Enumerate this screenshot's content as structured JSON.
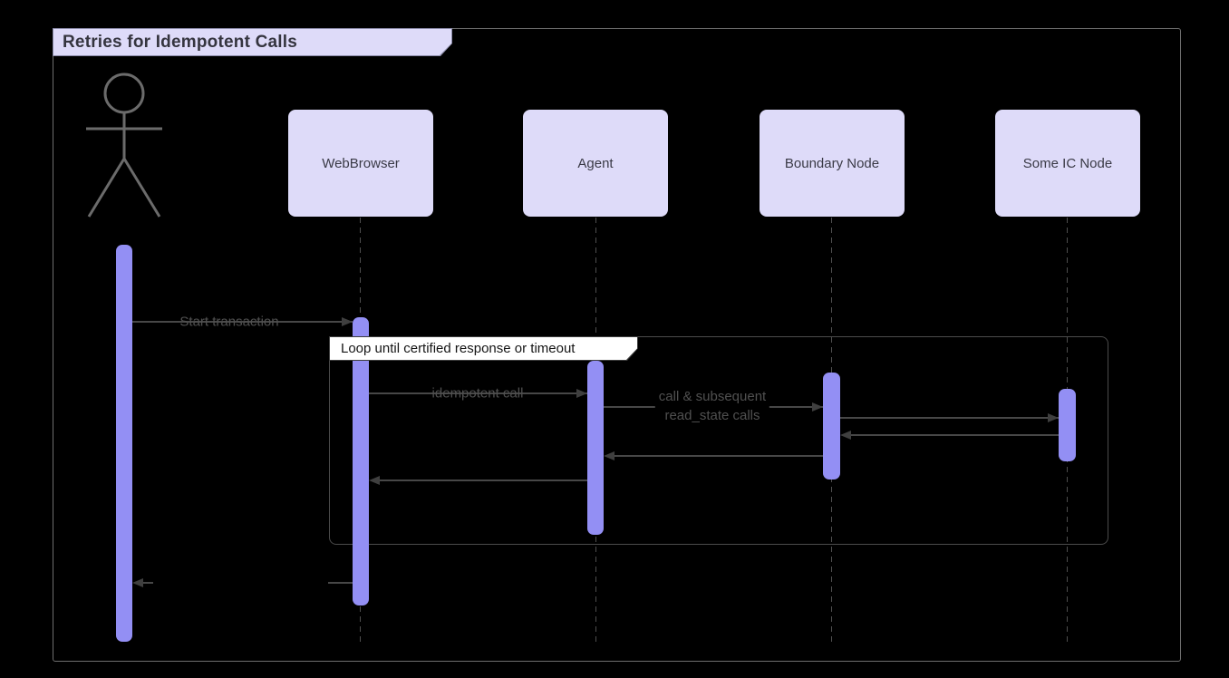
{
  "diagram": {
    "title": "Retries for Idempotent Calls",
    "loop_label": "Loop until certified response or timeout",
    "actor": {
      "name": "User"
    },
    "participants": [
      {
        "label": "WebBrowser"
      },
      {
        "label": "Agent"
      },
      {
        "label": "Boundary Node"
      },
      {
        "label": "Some IC Node"
      }
    ],
    "messages": [
      {
        "label": "Start transaction",
        "from": "User",
        "to": "WebBrowser"
      },
      {
        "label": "idempotent call",
        "from": "WebBrowser",
        "to": "Agent"
      },
      {
        "label_line1": "call & subsequent",
        "label_line2": "read_state calls",
        "from": "Agent",
        "to": "Boundary Node"
      },
      {
        "label": "",
        "from": "Boundary Node",
        "to": "Some IC Node"
      },
      {
        "label": "",
        "from": "Some IC Node",
        "to": "Boundary Node"
      },
      {
        "label": "",
        "from": "Boundary Node",
        "to": "Agent"
      },
      {
        "label": "",
        "from": "Agent",
        "to": "WebBrowser"
      },
      {
        "label": "",
        "from": "WebBrowser",
        "to": "User"
      }
    ],
    "colors": {
      "background": "#000000",
      "frame_border": "#6e6e6e",
      "participant_fill": "#DEDBF9",
      "activation_fill": "#938FF4",
      "message_line": "#474747",
      "title_fill": "#DEDBF9",
      "loop_label_fill": "#ffffff"
    }
  }
}
